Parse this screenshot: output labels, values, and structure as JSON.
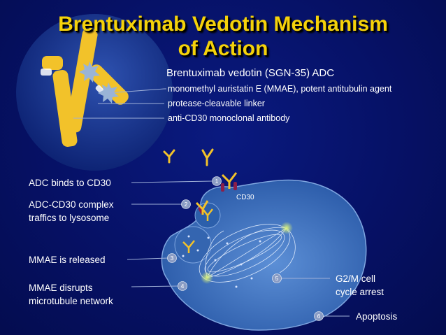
{
  "title": {
    "line1": "Brentuximab Vedotin Mechanism",
    "line2": "of Action"
  },
  "legend": {
    "heading": "Brentuximab vedotin (SGN-35) ADC",
    "mmae": "monomethyl auristatin E (MMAE), potent antitubulin agent",
    "linker": "protease-cleavable linker",
    "antibody": "anti-CD30 monoclonal antibody"
  },
  "cell": {
    "receptor_label": "CD30"
  },
  "steps": [
    {
      "num": "1",
      "lines": [
        "ADC binds to CD30"
      ]
    },
    {
      "num": "2",
      "lines": [
        "ADC-CD30 complex",
        "traffics to lysosome"
      ]
    },
    {
      "num": "3",
      "lines": [
        "MMAE is released"
      ]
    },
    {
      "num": "4",
      "lines": [
        "MMAE disrupts",
        "microtubule network"
      ]
    },
    {
      "num": "5",
      "lines": [
        "G2/M cell",
        "cycle arrest"
      ]
    },
    {
      "num": "6",
      "lines": [
        "Apoptosis"
      ]
    }
  ],
  "colors": {
    "title": "#f5d20a",
    "background": "#061166",
    "antibody": "#f2c22a",
    "cell": "#3f74bf",
    "cd30": "#8a1f4a"
  }
}
